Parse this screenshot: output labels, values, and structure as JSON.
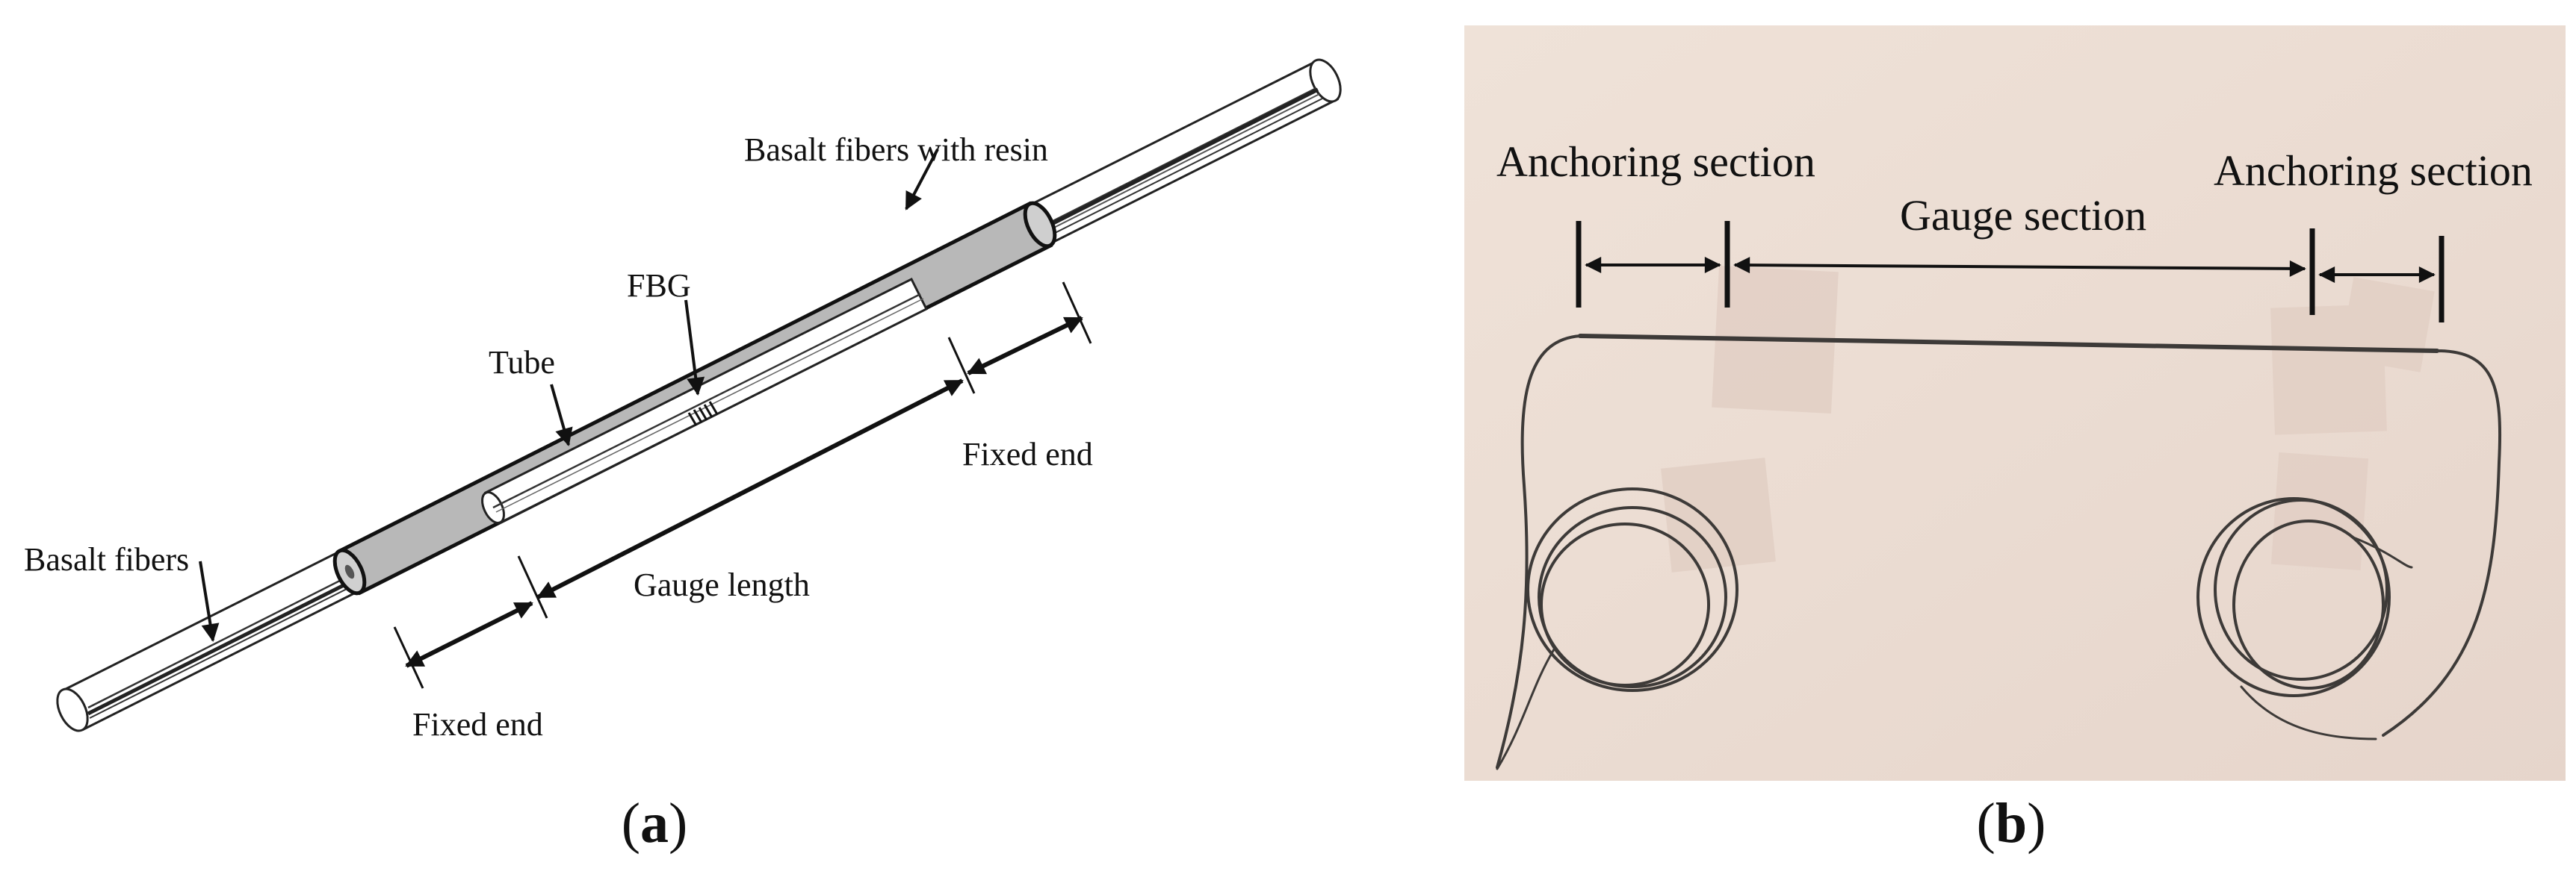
{
  "panel_a": {
    "labels": {
      "basalt_fibers_with_resin": "Basalt fibers with resin",
      "fbg": "FBG",
      "tube": "Tube",
      "fixed_end_right": "Fixed end",
      "basalt_fibers": "Basalt fibers",
      "gauge_length": "Gauge length",
      "fixed_end_left": "Fixed end"
    },
    "caption": {
      "open": "(",
      "letter": "a",
      "close": ")"
    }
  },
  "panel_b": {
    "labels": {
      "anchoring_section_left": "Anchoring section",
      "gauge_section": "Gauge section",
      "anchoring_section_right": "Anchoring section"
    },
    "caption": {
      "open": "(",
      "letter": "b",
      "close": ")"
    },
    "colors": {
      "photo_background": "#ecded4",
      "tape": "#e4d2c8",
      "wire": "#3d3a38"
    }
  }
}
